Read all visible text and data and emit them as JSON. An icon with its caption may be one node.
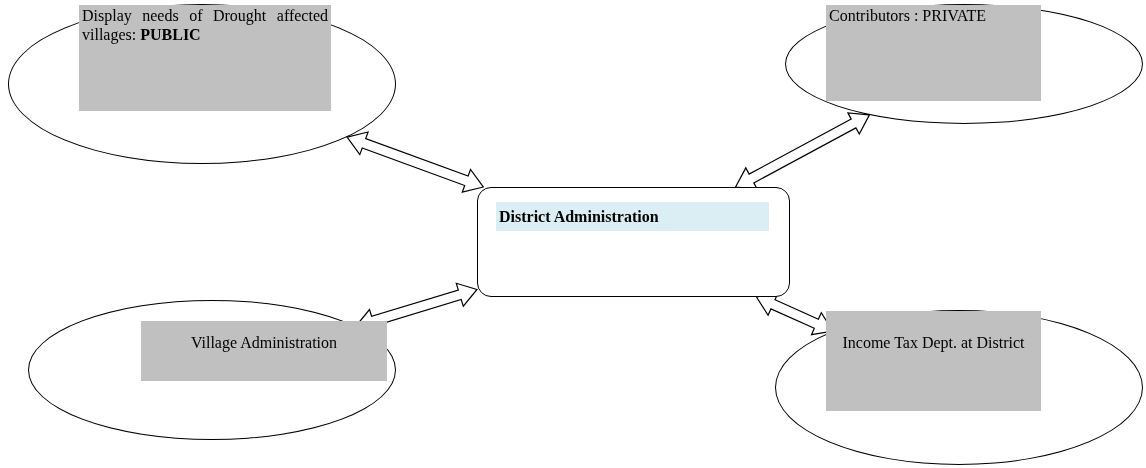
{
  "diagram": {
    "nodes": [
      {
        "text": [
          "Display needs of Drought affected villages: **PUBLIC**"
        ]
      },
      {
        "text": [
          "Contributors : PRIVATE"
        ]
      },
      {
        "text": [
          "District Administration"
        ]
      },
      {
        "text": [
          "Village Administration"
        ]
      },
      {
        "text": [
          "Income Tax Dept. at District"
        ]
      }
    ],
    "edges": [
      {
        "from": 0,
        "to": 2,
        "arrow": "both"
      },
      {
        "from": 1,
        "to": 2,
        "arrow": "both"
      },
      {
        "from": 3,
        "to": 2,
        "arrow": "both"
      },
      {
        "from": 4,
        "to": 2,
        "arrow": "both"
      }
    ]
  }
}
